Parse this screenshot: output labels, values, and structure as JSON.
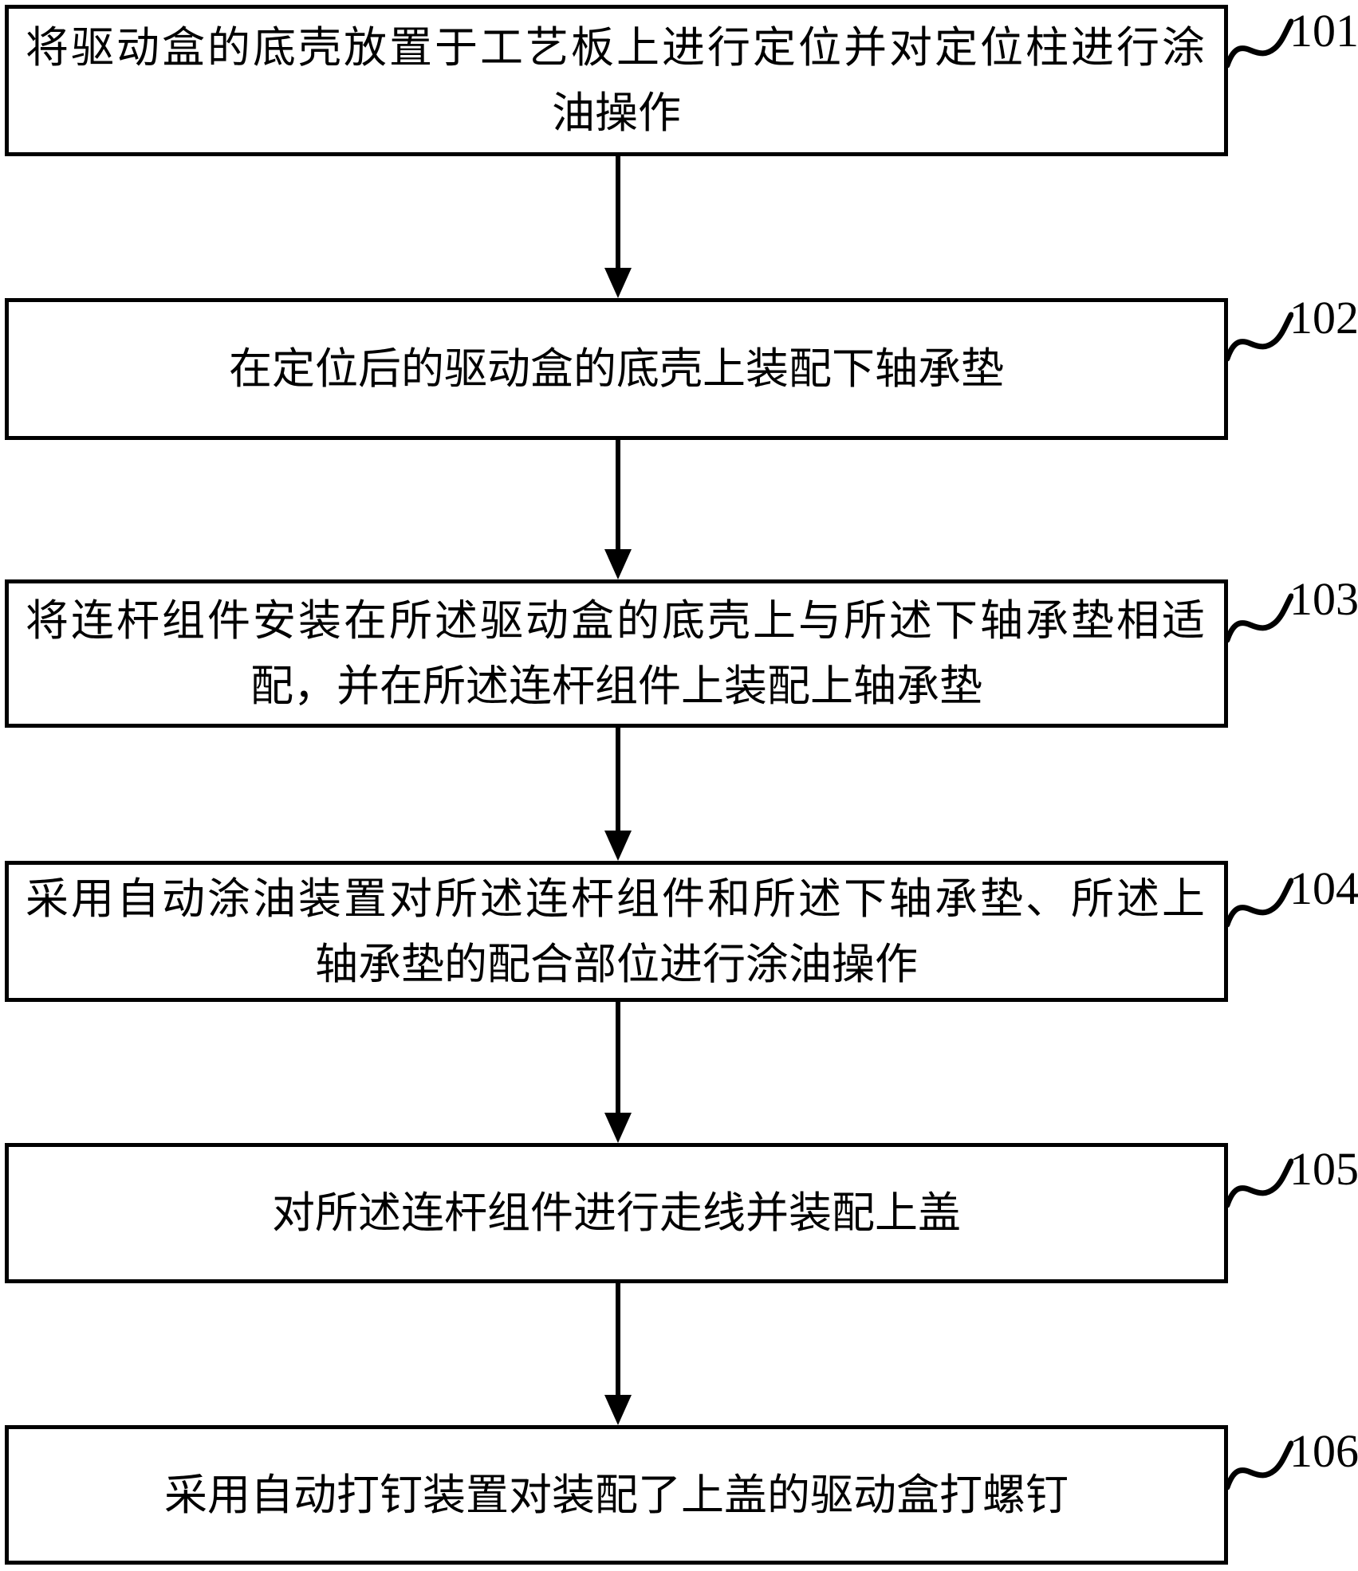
{
  "figure": {
    "kind": "patent-process-flowchart",
    "background_color": "#ffffff",
    "line_color": "#000000"
  },
  "steps": [
    {
      "id": "101",
      "lines": [
        "将驱动盒的底壳放置于工艺板上进行定位并对定位柱进行涂",
        "油操作"
      ]
    },
    {
      "id": "102",
      "lines": [
        "在定位后的驱动盒的底壳上装配下轴承垫"
      ]
    },
    {
      "id": "103",
      "lines": [
        "将连杆组件安装在所述驱动盒的底壳上与所述下轴承垫相适",
        "配，并在所述连杆组件上装配上轴承垫"
      ]
    },
    {
      "id": "104",
      "lines": [
        "采用自动涂油装置对所述连杆组件和所述下轴承垫、所述上",
        "轴承垫的配合部位进行涂油操作"
      ]
    },
    {
      "id": "105",
      "lines": [
        "对所述连杆组件进行走线并装配上盖"
      ]
    },
    {
      "id": "106",
      "lines": [
        "采用自动打钉装置对装配了上盖的驱动盒打螺钉"
      ]
    }
  ]
}
